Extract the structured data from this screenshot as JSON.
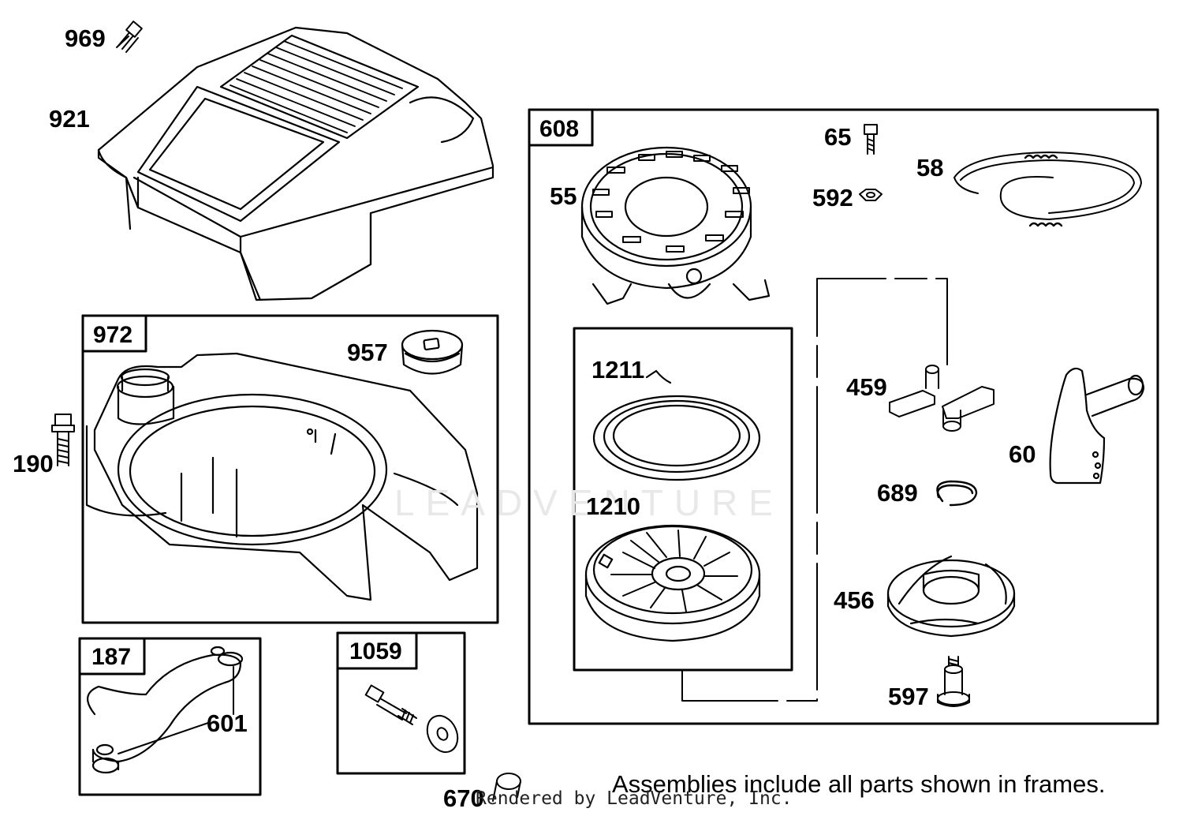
{
  "watermark": "LEADVENTURE",
  "footer": {
    "note": "Assemblies include all parts shown in frames.",
    "credit": "Rendered by LeadVenture, Inc."
  },
  "frames": {
    "f608": "608",
    "f972": "972",
    "f187": "187",
    "f1059": "1059"
  },
  "parts": {
    "p969": "969",
    "p921": "921",
    "p65": "65",
    "p58": "58",
    "p55": "55",
    "p592": "592",
    "p957": "957",
    "p190": "190",
    "p1211": "1211",
    "p459": "459",
    "p60": "60",
    "p689": "689",
    "p1210": "1210",
    "p456": "456",
    "p597": "597",
    "p601": "601",
    "p670": "670"
  }
}
